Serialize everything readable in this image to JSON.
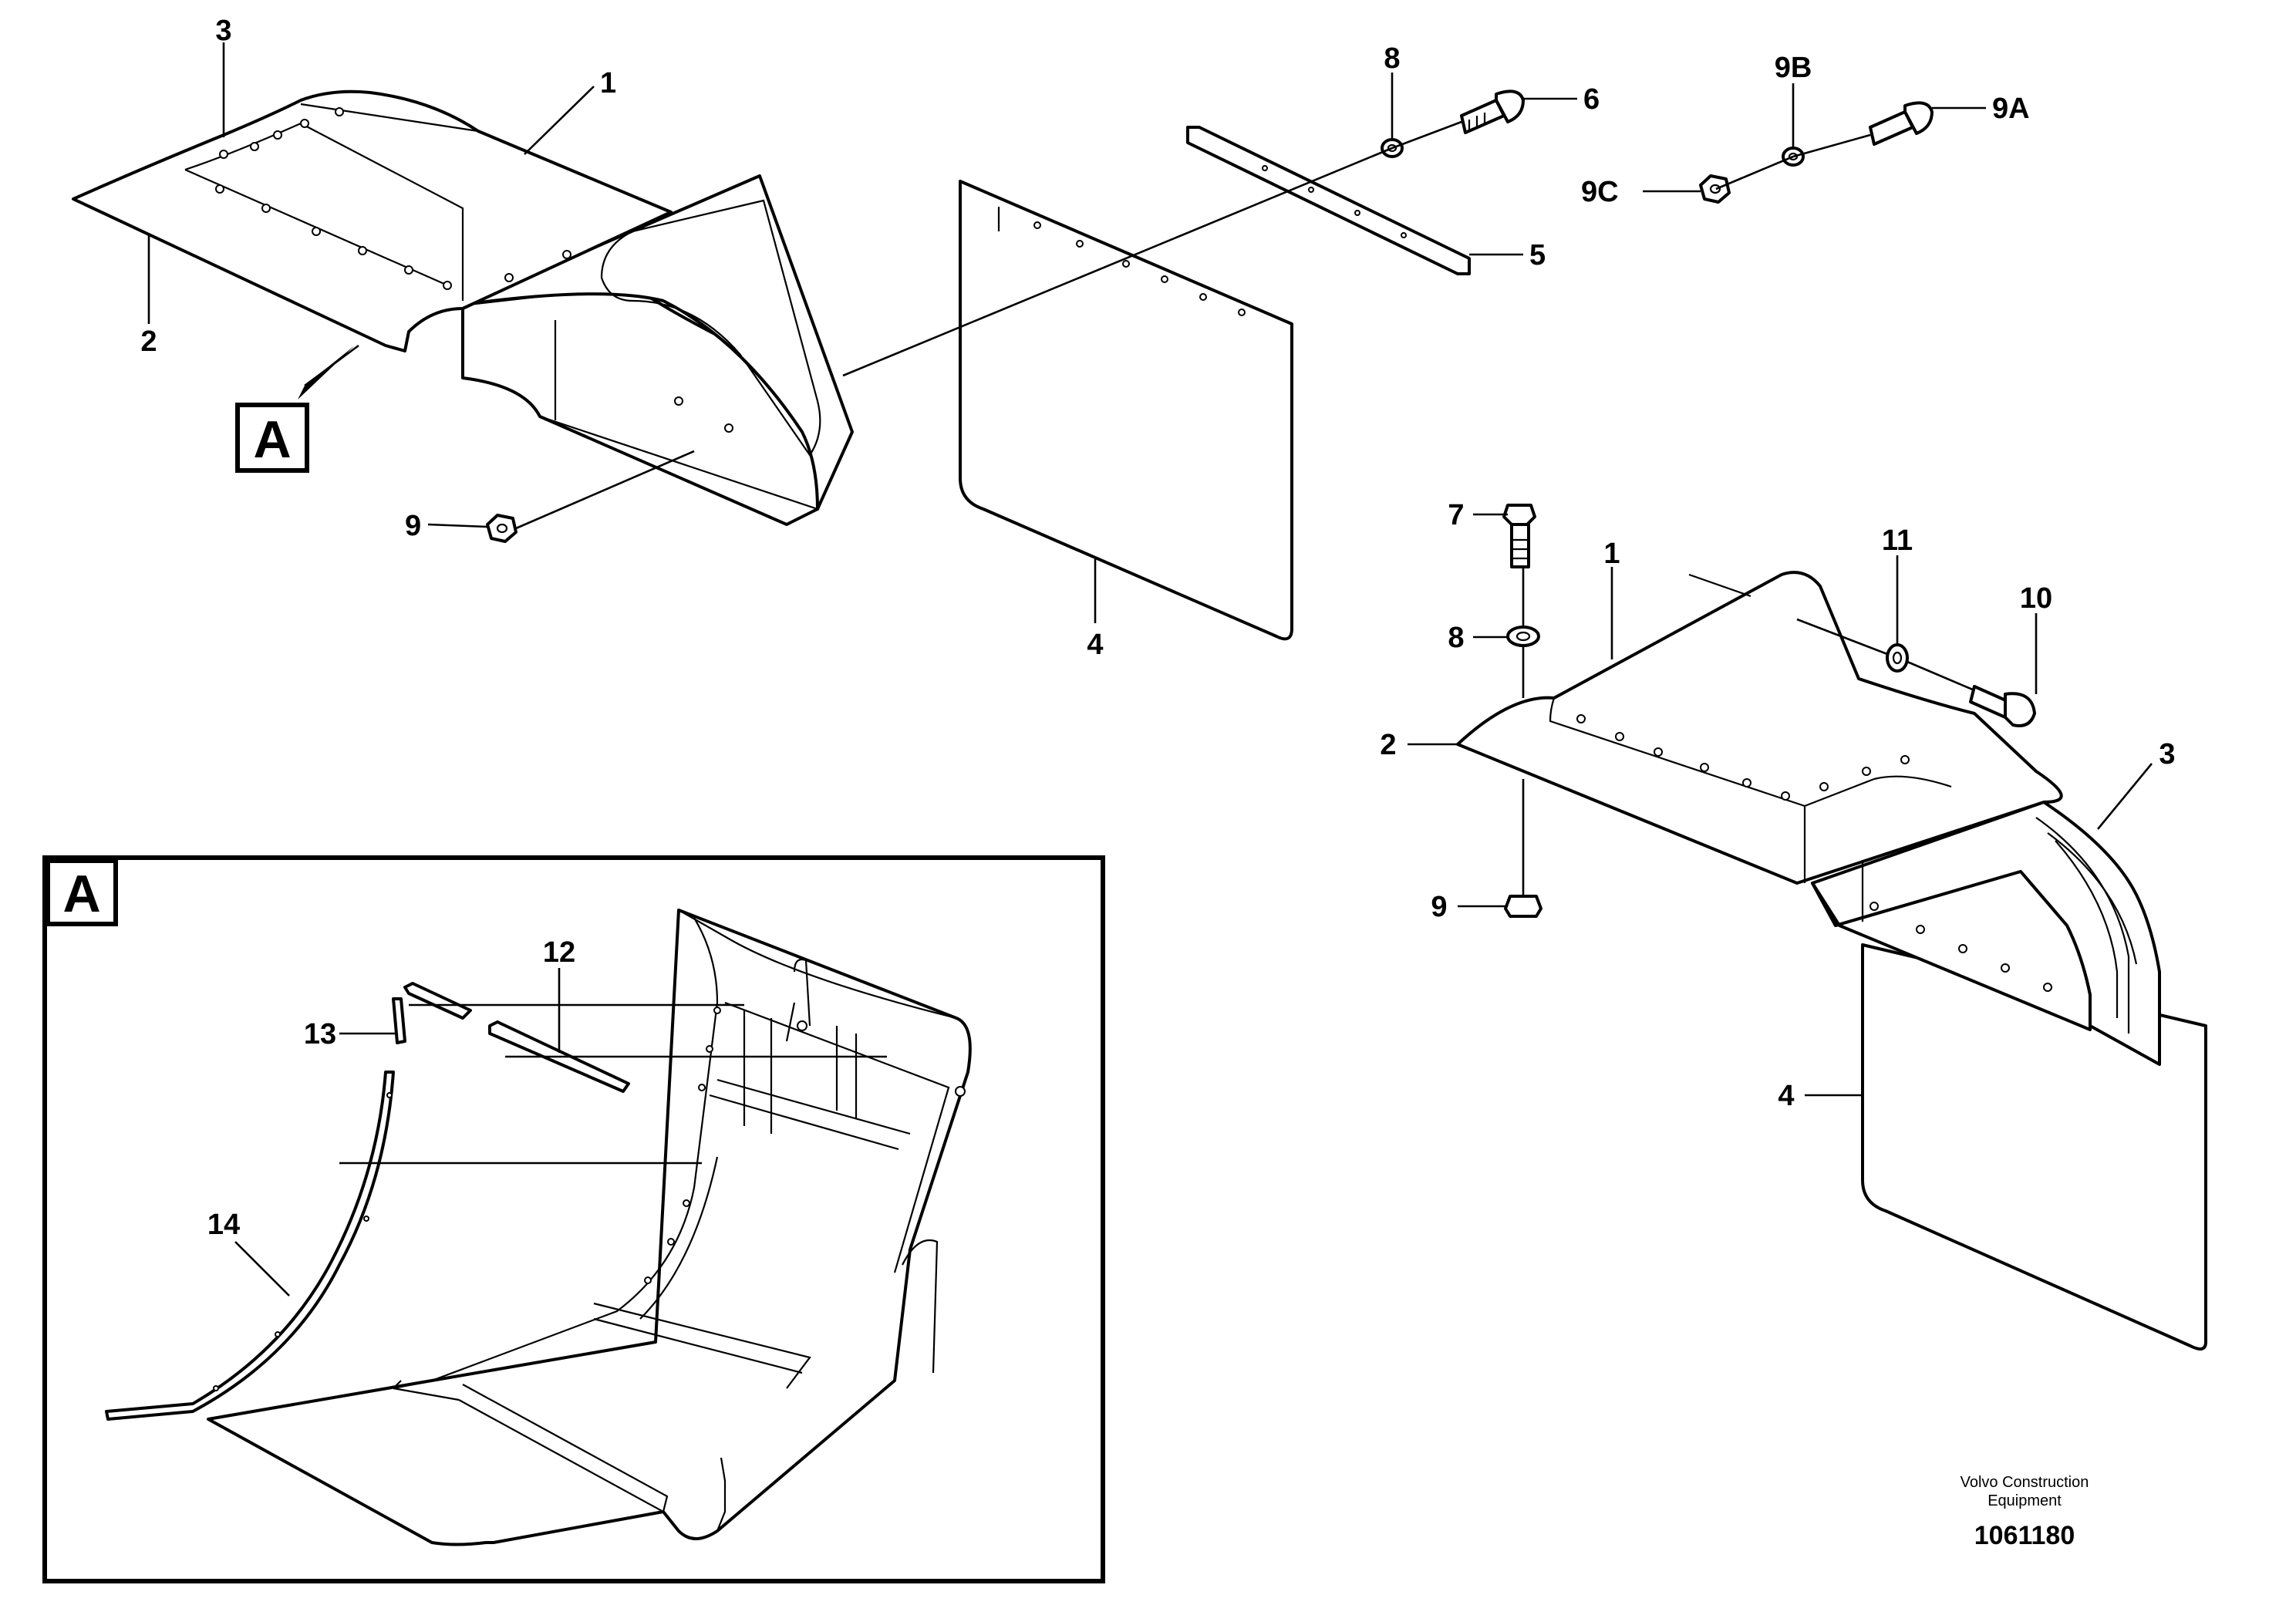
{
  "callouts": {
    "tl_3": "3",
    "tl_1": "1",
    "tl_2": "2",
    "tl_9": "9",
    "tl_4": "4",
    "tl_8": "8",
    "tl_6": "6",
    "tl_5": "5",
    "tr_9B": "9B",
    "tr_9A": "9A",
    "tr_9C": "9C",
    "r_7": "7",
    "r_1": "1",
    "r_11": "11",
    "r_10": "10",
    "r_8": "8",
    "r_2": "2",
    "r_3": "3",
    "r_9": "9",
    "r_4": "4",
    "a_12": "12",
    "a_13": "13",
    "a_14": "14"
  },
  "detail_marker": "A",
  "detail_box_label": "A",
  "footer": {
    "brand_line1": "Volvo Construction",
    "brand_line2": "Equipment",
    "drawing_number": "1061180"
  }
}
